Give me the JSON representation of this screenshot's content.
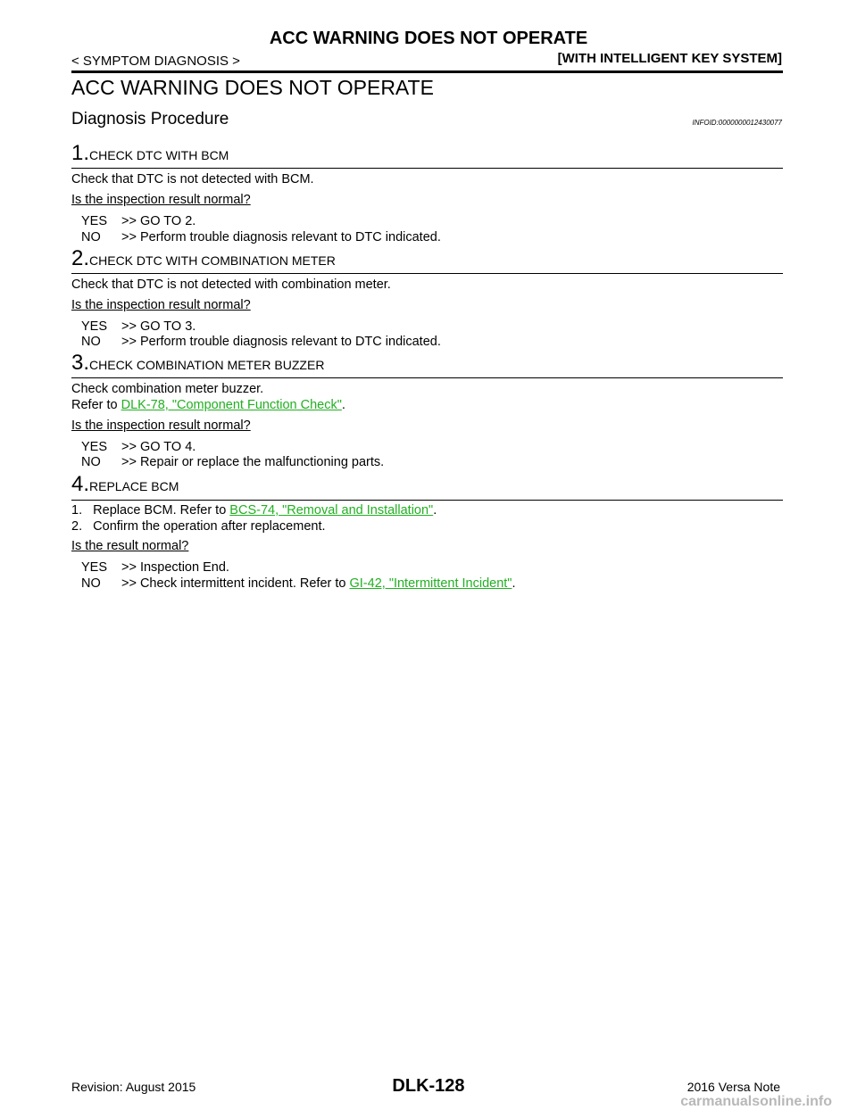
{
  "header": {
    "title": "ACC WARNING DOES NOT OPERATE",
    "section": "< SYMPTOM DIAGNOSIS >",
    "system": "[WITH INTELLIGENT KEY SYSTEM]"
  },
  "page_title": "ACC WARNING DOES NOT OPERATE",
  "procedure": {
    "title": "Diagnosis Procedure",
    "infoid": "INFOID:0000000012430077"
  },
  "steps": [
    {
      "number": "1.",
      "title": "CHECK DTC WITH BCM",
      "body": "Check that DTC is not detected with BCM.",
      "question": "Is the inspection result normal?",
      "yes_key": "YES",
      "yes_text": ">> GO TO 2.",
      "no_key": "NO",
      "no_text": ">> Perform trouble diagnosis relevant to DTC indicated."
    },
    {
      "number": "2.",
      "title": "CHECK DTC WITH COMBINATION METER",
      "body": "Check that DTC is not detected with combination meter.",
      "question": "Is the inspection result normal?",
      "yes_key": "YES",
      "yes_text": ">> GO TO 3.",
      "no_key": "NO",
      "no_text": ">> Perform trouble diagnosis relevant to DTC indicated."
    },
    {
      "number": "3.",
      "title": "CHECK COMBINATION METER BUZZER",
      "body": "Check combination meter buzzer.",
      "refer_prefix": "Refer to ",
      "refer_link": "DLK-78, \"Component Function Check\"",
      "refer_suffix": ".",
      "question": "Is the inspection result normal?",
      "yes_key": "YES",
      "yes_text": ">> GO TO 4.",
      "no_key": "NO",
      "no_text": ">> Repair or replace the malfunctioning parts."
    },
    {
      "number": "4.",
      "title": "REPLACE BCM",
      "item1_prefix": "1.   Replace BCM. Refer to ",
      "item1_link": "BCS-74, \"Removal and Installation\"",
      "item1_suffix": ".",
      "item2": "2.   Confirm the operation after replacement.",
      "question": "Is the result normal?",
      "yes_key": "YES",
      "yes_text": ">> Inspection End.",
      "no_key": "NO",
      "no_prefix": ">> Check intermittent incident. Refer to ",
      "no_link": "GI-42, \"Intermittent Incident\"",
      "no_suffix": "."
    }
  ],
  "footer": {
    "revision": "Revision: August 2015",
    "page": "DLK-128",
    "model": "2016 Versa Note",
    "watermark": "carmanualsonline.info"
  },
  "colors": {
    "link": "#21b021",
    "text": "#000000",
    "background": "#ffffff"
  }
}
